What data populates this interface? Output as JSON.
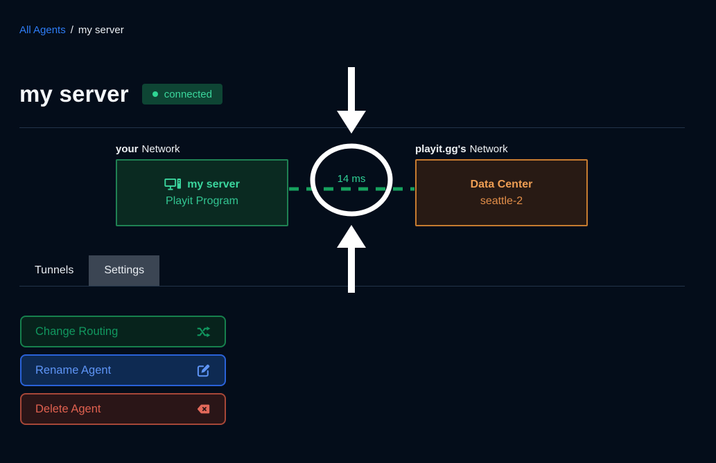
{
  "breadcrumb": {
    "link": "All Agents",
    "separator": "/",
    "current": "my server"
  },
  "header": {
    "title": "my server",
    "status_label": "connected"
  },
  "diagram": {
    "left": {
      "label_bold": "your",
      "label_rest": "Network",
      "box_title": "my server",
      "box_subtitle": "Playit Program"
    },
    "right": {
      "label_bold": "playit.gg's",
      "label_rest": "Network",
      "box_title": "Data Center",
      "box_subtitle": "seattle-2"
    },
    "latency": "14 ms"
  },
  "tabs": [
    {
      "label": "Tunnels",
      "active": false
    },
    {
      "label": "Settings",
      "active": true
    }
  ],
  "actions": [
    {
      "label": "Change Routing",
      "icon": "shuffle-icon"
    },
    {
      "label": "Rename Agent",
      "icon": "edit-icon"
    },
    {
      "label": "Delete Agent",
      "icon": "backspace-icon"
    }
  ],
  "colors": {
    "background": "#040d1a",
    "link_blue": "#2e7cf6",
    "status_green": "#37d59c",
    "agent_box_green": "#1f8153",
    "datacenter_orange": "#c77c30",
    "dash_green": "#16a15e",
    "rename_blue": "#2a62d8",
    "delete_red": "#df604f",
    "annotation_white": "#ffffff"
  }
}
